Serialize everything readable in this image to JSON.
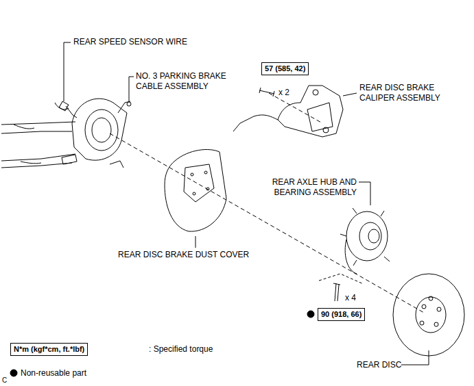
{
  "diagram": {
    "nodes": [
      {
        "text": [
          "57 (585, 42)"
        ]
      },
      {
        "text": [
          "90 (918, 66)"
        ]
      },
      {
        "text": [
          "N*m (kgf*cm, ft.*lbf)"
        ]
      }
    ],
    "labels": [
      "REAR SPEED SENSOR WIRE",
      "NO. 3 PARKING BRAKE CABLE ASSEMBLY",
      "x 2",
      "REAR DISC BRAKE CALIPER ASSEMBLY",
      "REAR AXLE HUB AND BEARING ASSEMBLY",
      "REAR DISC BRAKE DUST COVER",
      "x 4",
      "REAR DISC",
      "C"
    ],
    "legend": [
      {
        "text": ": Specified torque"
      },
      {
        "text": "Non-reusable part"
      }
    ]
  }
}
